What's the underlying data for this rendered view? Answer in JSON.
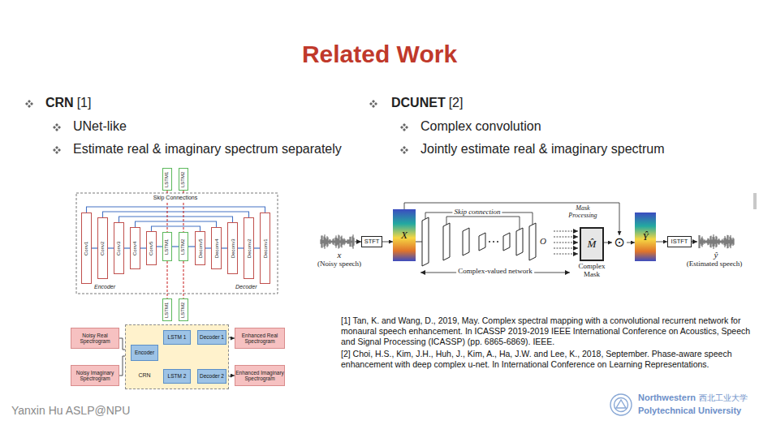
{
  "diagram": {
    "title": "Related Work",
    "nodes": [
      {
        "text": [
          "LSTM1"
        ]
      },
      {
        "text": [
          "LSTM2"
        ]
      },
      {
        "text": [
          "Conv1"
        ]
      },
      {
        "text": [
          "Conv2"
        ]
      },
      {
        "text": [
          "Conv3"
        ]
      },
      {
        "text": [
          "Conv4"
        ]
      },
      {
        "text": [
          "Conv5"
        ]
      },
      {
        "text": [
          "LSTM1"
        ]
      },
      {
        "text": [
          "LSTM2"
        ]
      },
      {
        "text": [
          "Deconv5"
        ]
      },
      {
        "text": [
          "Deconv4"
        ]
      },
      {
        "text": [
          "Deconv3"
        ]
      },
      {
        "text": [
          "Deconv2"
        ]
      },
      {
        "text": [
          "Deconv1"
        ]
      },
      {
        "text": [
          "LSTM1"
        ]
      },
      {
        "text": [
          "LSTM2"
        ]
      },
      {
        "text": [
          "Noisy Real Spectrogram"
        ]
      },
      {
        "text": [
          "Noisy Imaginary Spectrogram"
        ]
      },
      {
        "text": [
          "CRN"
        ]
      },
      {
        "text": [
          "Encoder"
        ],
        "in": 18
      },
      {
        "text": [
          "LSTM 1"
        ],
        "in": 18
      },
      {
        "text": [
          "Decoder 1"
        ],
        "in": 18
      },
      {
        "text": [
          "LSTM 2"
        ],
        "in": 18
      },
      {
        "text": [
          "Decoder 2"
        ],
        "in": 18
      },
      {
        "text": [
          "Enhanced Real Spectrogram"
        ]
      },
      {
        "text": [
          "Enhanced Imaginary Spectrogram"
        ]
      },
      {
        "text": [
          "STFT"
        ]
      },
      {
        "text": [
          "X"
        ]
      },
      {
        "text": [
          "M̂"
        ]
      },
      {
        "text": [
          "⊙"
        ]
      },
      {
        "text": [
          "Ŷ"
        ]
      },
      {
        "text": [
          "ISTFT"
        ]
      }
    ],
    "edges": [
      {
        "from": 2,
        "to": 3,
        "arrow": "none"
      },
      {
        "from": 3,
        "to": 4,
        "arrow": "none"
      },
      {
        "from": 4,
        "to": 5,
        "arrow": "none"
      },
      {
        "from": 5,
        "to": 6,
        "arrow": "none"
      },
      {
        "from": 6,
        "to": 7,
        "arrow": "none"
      },
      {
        "from": 7,
        "to": 8,
        "arrow": "none"
      },
      {
        "from": 8,
        "to": 9,
        "arrow": "none"
      },
      {
        "from": 9,
        "to": 10,
        "arrow": "none"
      },
      {
        "from": 10,
        "to": 11,
        "arrow": "none"
      },
      {
        "from": 11,
        "to": 12,
        "arrow": "none"
      },
      {
        "from": 12,
        "to": 13,
        "arrow": "none"
      },
      {
        "from": 2,
        "to": 13,
        "arrow": "none"
      },
      {
        "from": 3,
        "to": 12,
        "arrow": "none"
      },
      {
        "from": 4,
        "to": 11,
        "arrow": "none"
      },
      {
        "from": 5,
        "to": 10,
        "arrow": "none"
      },
      {
        "from": 6,
        "to": 9,
        "arrow": "none"
      },
      {
        "from": 0,
        "to": 7,
        "arrow": "none"
      },
      {
        "from": 1,
        "to": 8,
        "arrow": "none"
      },
      {
        "from": 7,
        "to": 14,
        "arrow": "none"
      },
      {
        "from": 8,
        "to": 15,
        "arrow": "none"
      },
      {
        "from": 16,
        "to": 19,
        "arrow": "to"
      },
      {
        "from": 17,
        "to": 19,
        "arrow": "to"
      },
      {
        "from": 19,
        "to": 20,
        "arrow": "to"
      },
      {
        "from": 19,
        "to": 22,
        "arrow": "to"
      },
      {
        "from": 20,
        "to": 21,
        "arrow": "to"
      },
      {
        "from": 22,
        "to": 23,
        "arrow": "to"
      },
      {
        "from": 21,
        "to": 24,
        "arrow": "to"
      },
      {
        "from": 23,
        "to": 25,
        "arrow": "to"
      },
      {
        "from": 26,
        "to": 27,
        "arrow": "to"
      },
      {
        "from": 27,
        "to": 29,
        "arrow": "to"
      },
      {
        "from": 28,
        "to": 29,
        "arrow": "to"
      },
      {
        "from": 29,
        "to": 30,
        "arrow": "to"
      },
      {
        "from": 30,
        "to": 31,
        "arrow": "to"
      }
    ],
    "labels": [
      "CRN",
      "[1]",
      "UNet-like",
      "Estimate real & imaginary spectrum separately",
      "DCUNET",
      "[2]",
      "Complex convolution",
      "Jointly estimate real & imaginary spectrum",
      "Skip Connections",
      "Encoder",
      "Decoder",
      "x",
      "(Noisy speech)",
      "Skip connection",
      "O",
      "Mask Processing",
      "Complex Mask",
      "Complex-valued network",
      "ŷ",
      "(Estimated speech)",
      "[1] Tan, K. and Wang, D., 2019, May. Complex spectral mapping with a convolutional recurrent network for monaural speech enhancement. In ICASSP 2019-2019 IEEE International Conference on Acoustics, Speech and Signal Processing (ICASSP) (pp. 6865-6869). IEEE.",
      "[2] Choi, H.S., Kim, J.H., Huh, J., Kim, A., Ha, J.W. and Lee, K., 2018, September. Phase-aware speech enhancement with deep complex u-net. In International Conference on Learning Representations.",
      "Yanxin Hu ASLP@NPU",
      "Northwestern",
      "西北工业大学",
      "Polytechnical University"
    ]
  }
}
